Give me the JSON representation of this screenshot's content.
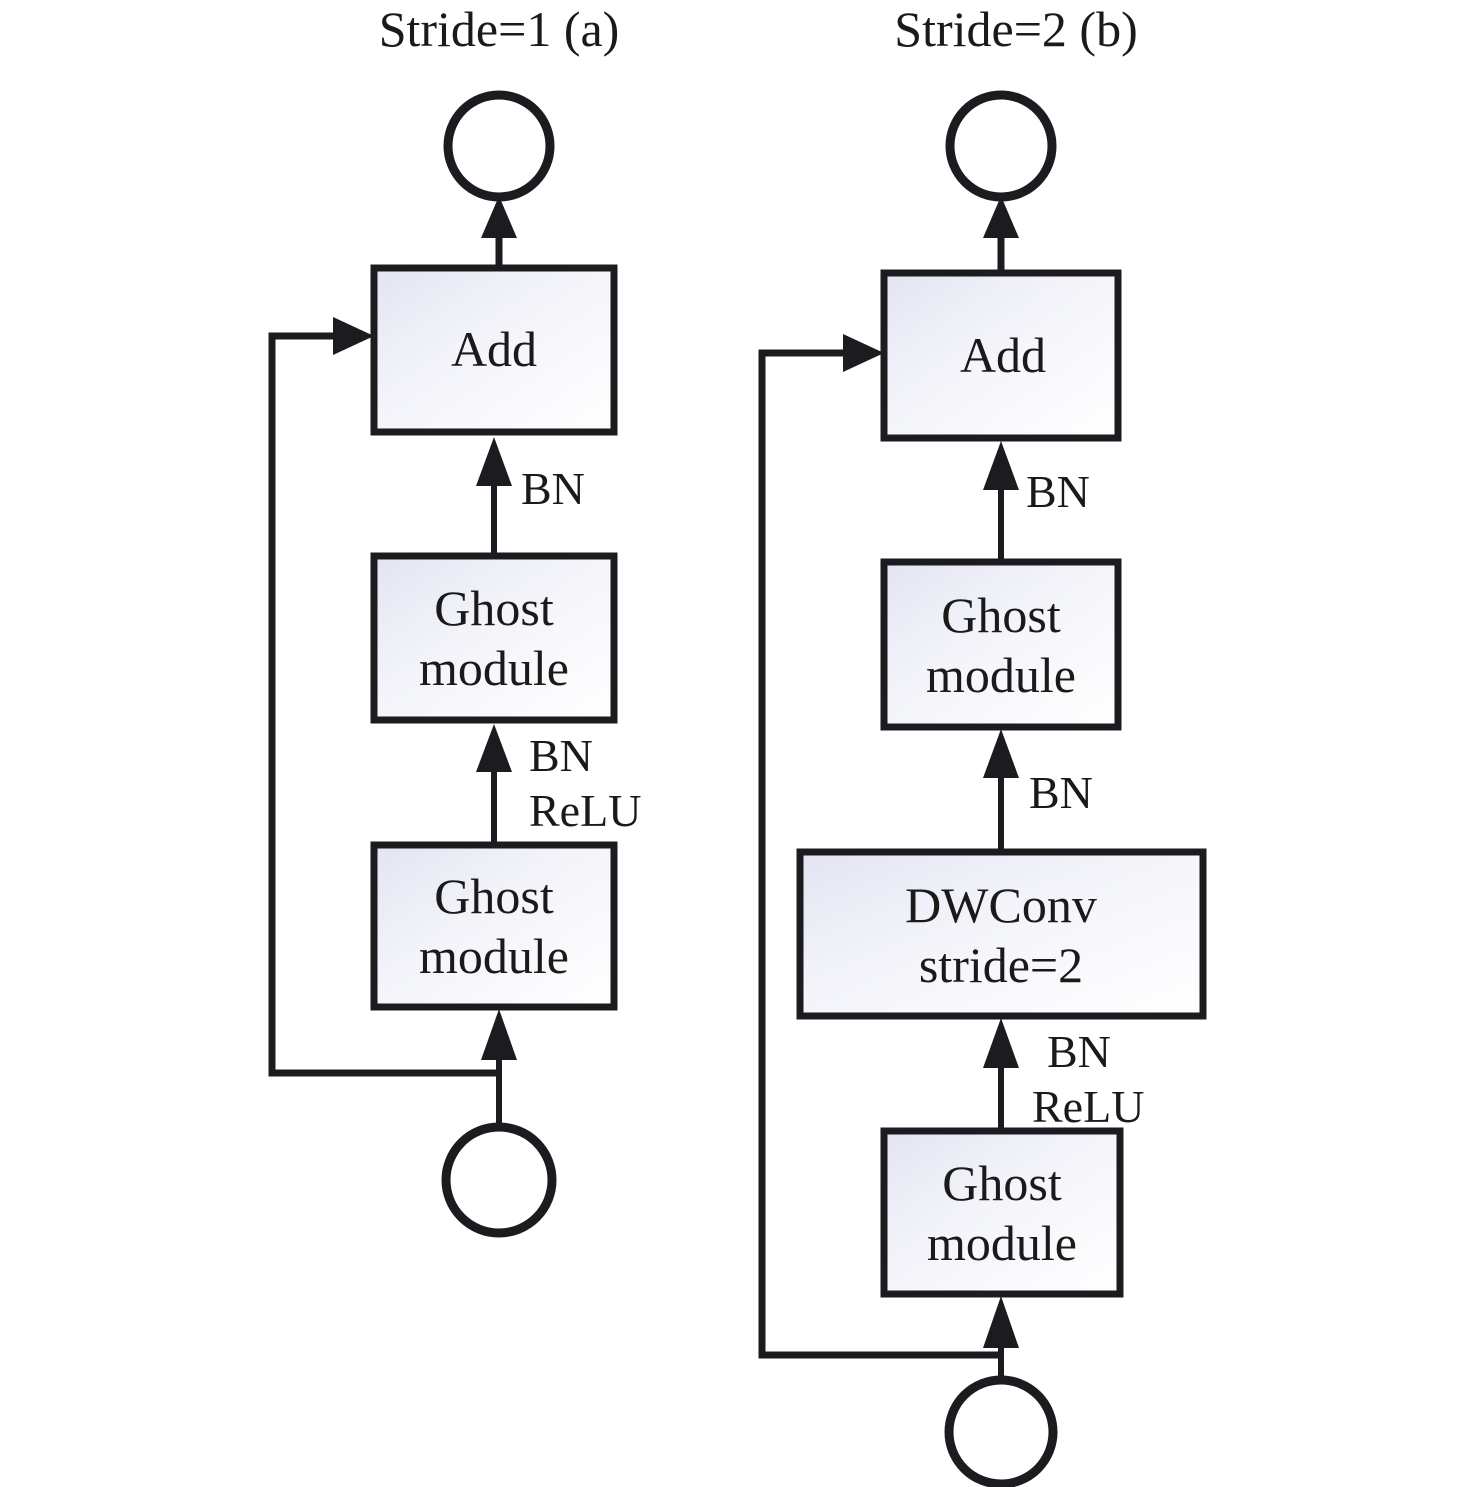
{
  "figure": {
    "type": "block-diagram",
    "description": "Ghost bottleneck architectures",
    "background_color": "#ffffff",
    "box_fill_gradient": [
      "#e4e6f2",
      "#ffffff"
    ],
    "stroke_color": "#1c1c20"
  },
  "panels": [
    {
      "id": "panel-a",
      "title": "Stride=1  (a)",
      "nodes": [
        {
          "id": "a-out-circle",
          "kind": "terminal",
          "label": ""
        },
        {
          "id": "a-add",
          "kind": "box",
          "label": "Add"
        },
        {
          "id": "a-ghost-2",
          "kind": "box",
          "label_line1": "Ghost",
          "label_line2": "module"
        },
        {
          "id": "a-ghost-1",
          "kind": "box",
          "label_line1": "Ghost",
          "label_line2": "module"
        },
        {
          "id": "a-in-circle",
          "kind": "terminal",
          "label": ""
        }
      ],
      "edges": [
        {
          "id": "a-edge-add-out",
          "from": "a-add",
          "to": "a-out-circle",
          "label": ""
        },
        {
          "id": "a-edge-ghost2-add",
          "from": "a-ghost-2",
          "to": "a-add",
          "label": "BN"
        },
        {
          "id": "a-edge-ghost1-ghost2",
          "from": "a-ghost-1",
          "to": "a-ghost-2",
          "label_line1": "BN",
          "label_line2": "ReLU"
        },
        {
          "id": "a-edge-in-ghost1",
          "from": "a-in-circle",
          "to": "a-ghost-1",
          "label": ""
        },
        {
          "id": "a-edge-skip",
          "from": "a-in-circle",
          "to": "a-add",
          "label": "",
          "kind": "shortcut"
        }
      ]
    },
    {
      "id": "panel-b",
      "title": "Stride=2  (b)",
      "nodes": [
        {
          "id": "b-out-circle",
          "kind": "terminal",
          "label": ""
        },
        {
          "id": "b-add",
          "kind": "box",
          "label": "Add"
        },
        {
          "id": "b-ghost-2",
          "kind": "box",
          "label_line1": "Ghost",
          "label_line2": "module"
        },
        {
          "id": "b-dwconv",
          "kind": "box",
          "label_line1": "DWConv",
          "label_line2": "stride=2"
        },
        {
          "id": "b-ghost-1",
          "kind": "box",
          "label_line1": "Ghost",
          "label_line2": "module"
        },
        {
          "id": "b-in-circle",
          "kind": "terminal",
          "label": ""
        }
      ],
      "edges": [
        {
          "id": "b-edge-add-out",
          "from": "b-add",
          "to": "b-out-circle",
          "label": ""
        },
        {
          "id": "b-edge-ghost2-add",
          "from": "b-ghost-2",
          "to": "b-add",
          "label": "BN"
        },
        {
          "id": "b-edge-dwconv-ghost2",
          "from": "b-dwconv",
          "to": "b-ghost-2",
          "label": "BN"
        },
        {
          "id": "b-edge-ghost1-dwconv",
          "from": "b-ghost-1",
          "to": "b-dwconv",
          "label_line1": "BN",
          "label_line2": "ReLU"
        },
        {
          "id": "b-edge-in-ghost1",
          "from": "b-in-circle",
          "to": "b-ghost-1",
          "label": ""
        },
        {
          "id": "b-edge-skip",
          "from": "b-in-circle",
          "to": "b-add",
          "label": "",
          "kind": "shortcut"
        }
      ]
    }
  ]
}
